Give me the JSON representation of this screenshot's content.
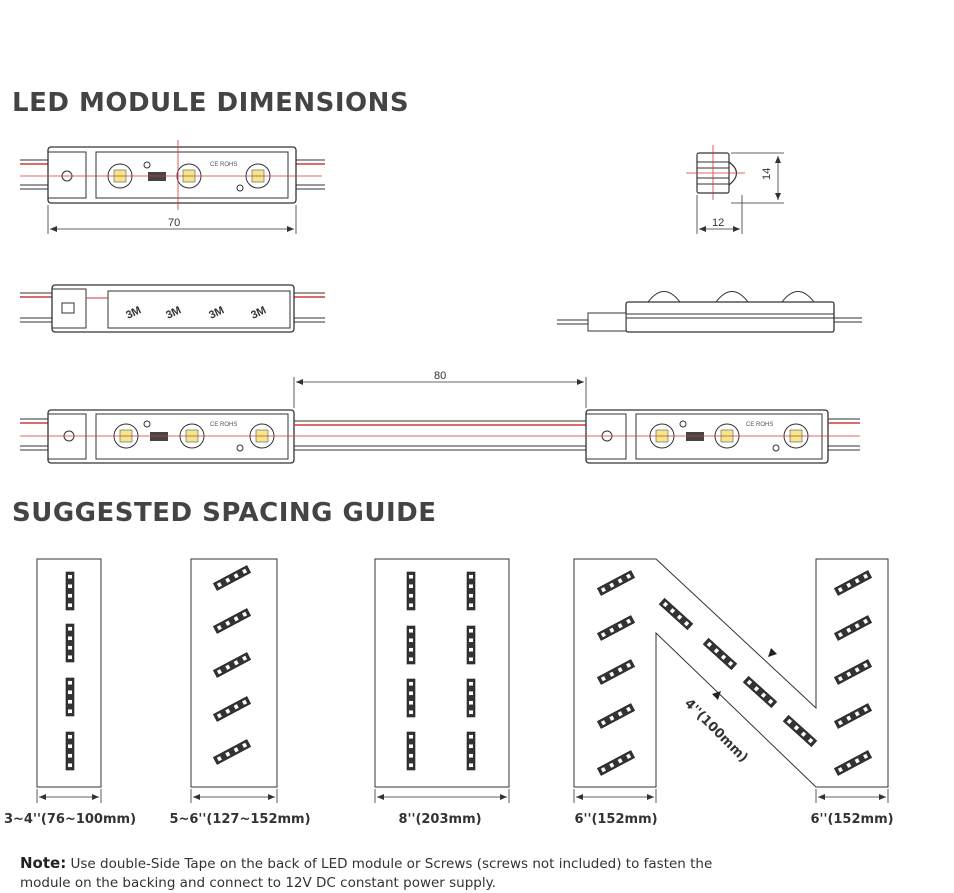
{
  "titles": {
    "dimensions": "LED MODULE DIMENSIONS",
    "spacing": "SUGGESTED SPACING GUIDE"
  },
  "dimensions": {
    "module_length": "70",
    "side_width": "12",
    "side_height": "14",
    "pitch": "80",
    "top_marking": "CE ROHS",
    "tape_label": "3M"
  },
  "spacing_guide": {
    "captions": [
      "3~4''(76~100mm)",
      "5~6''(127~152mm)",
      "8''(203mm)",
      "6''(152mm)",
      "6''(152mm)"
    ],
    "diagonal_label": "4''(100mm)"
  },
  "note": {
    "label": "Note",
    "text": "Use double-Side Tape on the back of LED module or Screws (screws not included) to fasten the module on the backing and connect to 12V DC constant power supply."
  },
  "colors": {
    "line": "#333333",
    "accent_red": "#d23a3a",
    "led_yellow": "#f2e88a"
  }
}
